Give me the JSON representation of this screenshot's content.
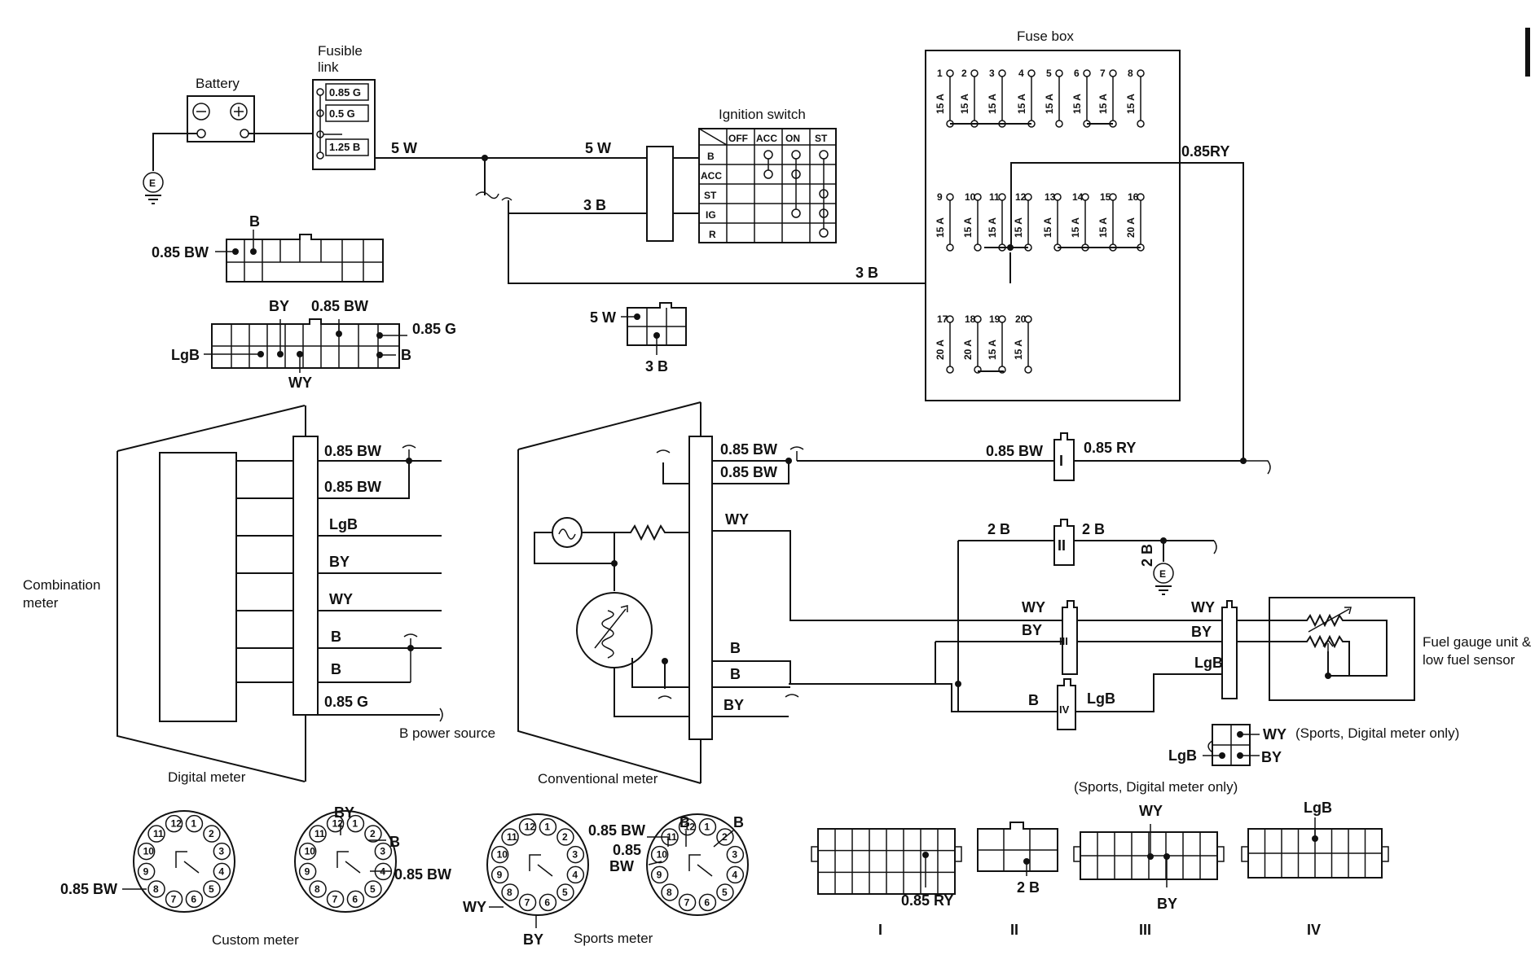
{
  "components": {
    "battery": "Battery",
    "fusible_link_l1": "Fusible",
    "fusible_link_l2": "link",
    "fuse_box": "Fuse box",
    "ignition_switch": "Ignition switch",
    "combination_meter_l1": "Combination",
    "combination_meter_l2": "meter",
    "digital_meter": "Digital meter",
    "conventional_meter": "Conventional meter",
    "b_power_source": "B power source",
    "fuel_gauge_l1": "Fuel gauge unit &",
    "fuel_gauge_l2": "low fuel sensor",
    "custom_meter": "Custom meter",
    "sports_meter": "Sports meter",
    "sports_digital_only": "(Sports, Digital meter only)",
    "sports_digital_only_2": "(Sports, Digital meter only)",
    "ground": "E"
  },
  "fusible_link_rows": [
    "0.85 G",
    "0.5 G",
    "1.25 B"
  ],
  "ignition_switch": {
    "columns": [
      "OFF",
      "ACC",
      "ON",
      "ST"
    ],
    "rows": [
      "B",
      "ACC",
      "ST",
      "IG",
      "R"
    ]
  },
  "fuses": [
    {
      "n": "1",
      "a": "15 A"
    },
    {
      "n": "2",
      "a": "15 A"
    },
    {
      "n": "3",
      "a": "15 A"
    },
    {
      "n": "4",
      "a": "15 A"
    },
    {
      "n": "5",
      "a": "15 A"
    },
    {
      "n": "6",
      "a": "15 A"
    },
    {
      "n": "7",
      "a": "15 A"
    },
    {
      "n": "8",
      "a": "15 A"
    },
    {
      "n": "9",
      "a": "15 A"
    },
    {
      "n": "10",
      "a": "15 A"
    },
    {
      "n": "11",
      "a": "15 A"
    },
    {
      "n": "12",
      "a": "15 A"
    },
    {
      "n": "13",
      "a": "15 A"
    },
    {
      "n": "14",
      "a": "15 A"
    },
    {
      "n": "15",
      "a": "15 A"
    },
    {
      "n": "16",
      "a": "20 A"
    },
    {
      "n": "17",
      "a": "20 A"
    },
    {
      "n": "18",
      "a": "20 A"
    },
    {
      "n": "19",
      "a": "15 A"
    },
    {
      "n": "20",
      "a": "15 A"
    }
  ],
  "wires": {
    "w_5w_a": "5 W",
    "w_5w_b": "5 W",
    "w_3b_a": "3 B",
    "w_3b_b": "3 B",
    "w_085ry": "0.85RY",
    "w_5w_conn": "5 W",
    "w_3b_conn": "3 B",
    "c_b_top": "B",
    "c_085bw_top": "0.85 BW",
    "c_by": "BY",
    "c_085bw_2": "0.85 BW",
    "c_085g": "0.85 G",
    "c_lgb": "LgB",
    "c_b_2": "B",
    "c_wy": "WY",
    "dm_1": "0.85 BW",
    "dm_2": "0.85 BW",
    "dm_3": "LgB",
    "dm_4": "BY",
    "dm_5": "WY",
    "dm_6": "B",
    "dm_7": "B",
    "dm_8": "0.85 G",
    "cm_1": "0.85 BW",
    "cm_2": "0.85 BW",
    "cm_3": "WY",
    "cm_4": "B",
    "cm_5": "B",
    "cm_6": "BY",
    "r_085bw": "0.85 BW",
    "r_085ry": "0.85 RY",
    "r_2b_a": "2 B",
    "r_2b_b": "2 B",
    "r_2b_v": "2 B",
    "r_wy_a": "WY",
    "r_by_a": "BY",
    "r_wy_b": "WY",
    "r_by_b": "BY",
    "r_lgb_b": "LgB",
    "r_b_iv": "B",
    "r_lgb_iv": "LgB",
    "s_wy": "WY",
    "s_lgb": "LgB",
    "s_by": "BY",
    "cust_085bw": "0.85 BW",
    "spm_by": "BY",
    "spm_b": "B",
    "spm_085bw": "0.85 BW",
    "sp_085bw_a": "0.85 BW",
    "sp_085": "0.85",
    "sp_bw": "BW",
    "sp_wy": "WY",
    "sp_by": "BY",
    "sp_b_a": "B",
    "sp_b_b": "B",
    "cn1_085ry": "0.85 RY",
    "cn2_2b": "2 B",
    "cn3_wy": "WY",
    "cn3_by": "BY",
    "cn4_lgb": "LgB"
  },
  "splice_numerals": {
    "I": "I",
    "II": "II",
    "III": "III",
    "IV": "IV"
  },
  "meter_pins": [
    "1",
    "2",
    "3",
    "4",
    "5",
    "6",
    "7",
    "8",
    "9",
    "10",
    "11",
    "12"
  ]
}
